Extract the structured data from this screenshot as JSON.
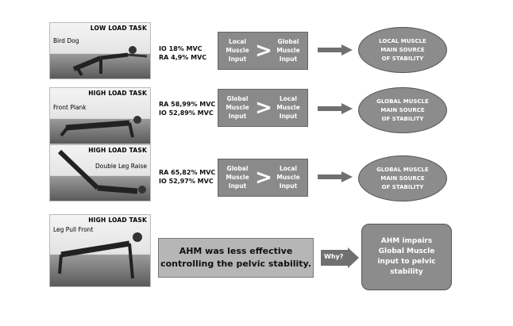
{
  "rows": [
    {
      "task": "LOW LOAD TASK",
      "exercise": "Bird Dog",
      "mvc": [
        "IO 18% MVC",
        "RA 4,9% MVC"
      ],
      "left": [
        "Local",
        "Muscle",
        "Input"
      ],
      "op": ">",
      "right": [
        "Global",
        "Muscle",
        "Input"
      ],
      "result": [
        "LOCAL MUSCLE",
        "MAIN SOURCE",
        "OF STABILITY"
      ]
    },
    {
      "task": "HIGH LOAD TASK",
      "exercise": "Front Plank",
      "mvc": [
        "RA 58,99% MVC",
        "IO 52,89% MVC"
      ],
      "left": [
        "Global",
        "Muscle",
        "Input"
      ],
      "op": ">",
      "right": [
        "Local",
        "Muscle",
        "Input"
      ],
      "result": [
        "GLOBAL MUSCLE",
        "MAIN SOURCE",
        "OF STABILITY"
      ]
    },
    {
      "task": "HIGH LOAD TASK",
      "exercise": "Double Leg Raise",
      "mvc": [
        "RA 65,82% MVC",
        "IO 52,97% MVC"
      ],
      "left": [
        "Global",
        "Muscle",
        "Input"
      ],
      "op": ">",
      "right": [
        "Local",
        "Muscle",
        "Input"
      ],
      "result": [
        "GLOBAL MUSCLE",
        "MAIN SOURCE",
        "OF STABILITY"
      ]
    },
    {
      "task": "HIGH LOAD TASK",
      "exercise": "Leg Pull Front"
    }
  ],
  "summary": [
    "AHM was less effective",
    "controlling the pelvic stability."
  ],
  "why_label": "Why?",
  "conclusion": [
    "AHM impairs",
    "Global Muscle",
    "input to pelvic",
    "stability"
  ],
  "colors": {
    "box": "#8a8a8a",
    "arrow": "#707070",
    "summary": "#b6b6b6"
  }
}
